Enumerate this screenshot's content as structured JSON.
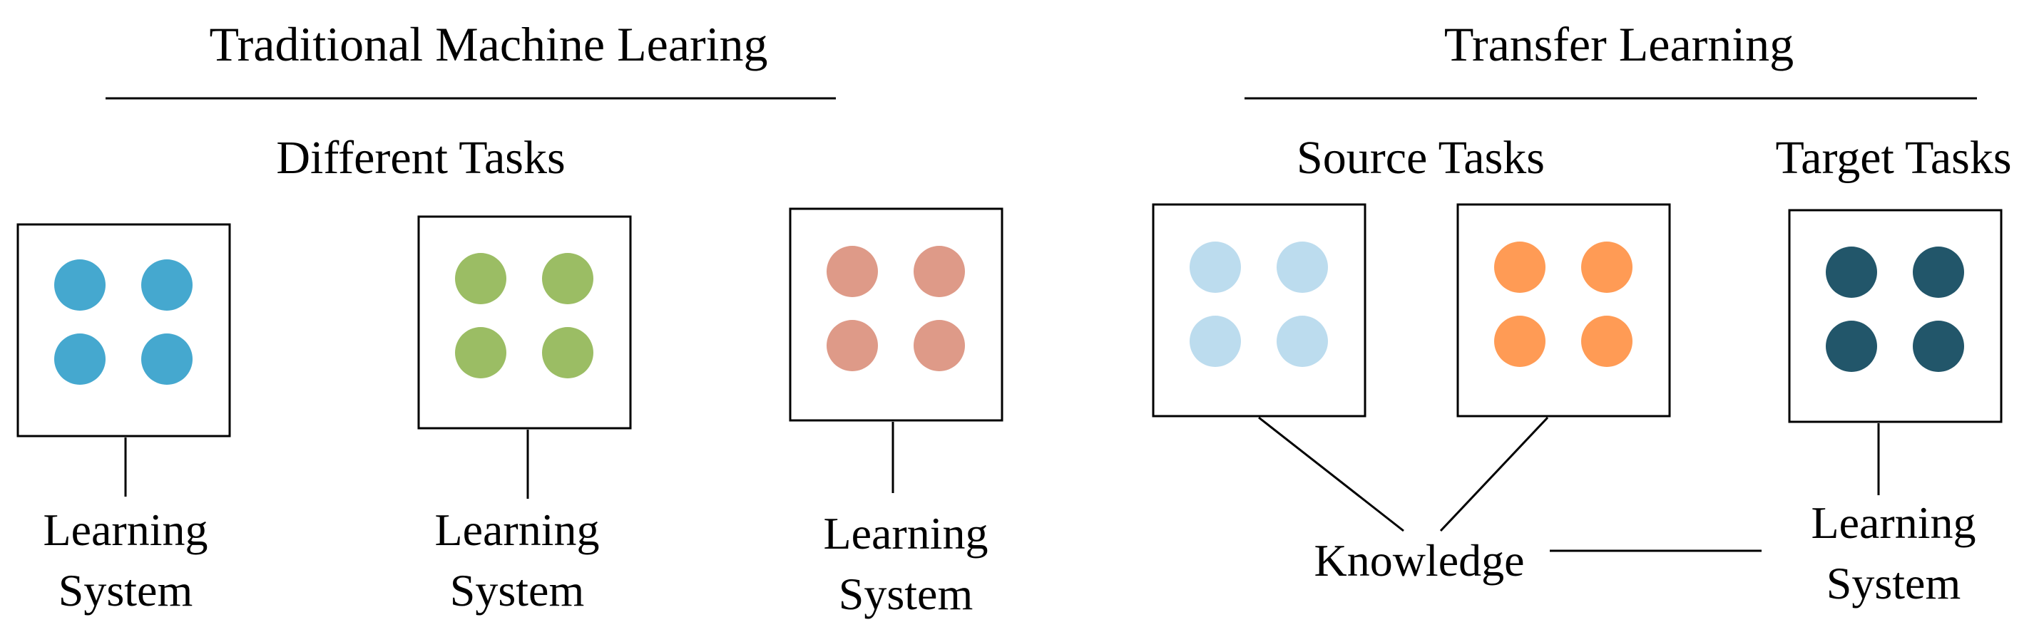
{
  "traditional": {
    "title": "Traditional Machine Learing",
    "subtitle": "Different Tasks",
    "tasks": [
      {
        "color": "#45a8cf",
        "label_line1": "Learning",
        "label_line2": "System"
      },
      {
        "color": "#9bbd64",
        "label_line1": "Learning",
        "label_line2": "System"
      },
      {
        "color": "#de9a88",
        "label_line1": "Learning",
        "label_line2": "System"
      }
    ]
  },
  "transfer": {
    "title": "Transfer Learning",
    "source_label": "Source Tasks",
    "target_label": "Target Tasks",
    "source_tasks": [
      {
        "color": "#bcdcee"
      },
      {
        "color": "#ff9b55"
      }
    ],
    "target_task": {
      "color": "#22566a"
    },
    "knowledge_label": "Knowledge",
    "learning_system_line1": "Learning",
    "learning_system_line2": "System"
  }
}
